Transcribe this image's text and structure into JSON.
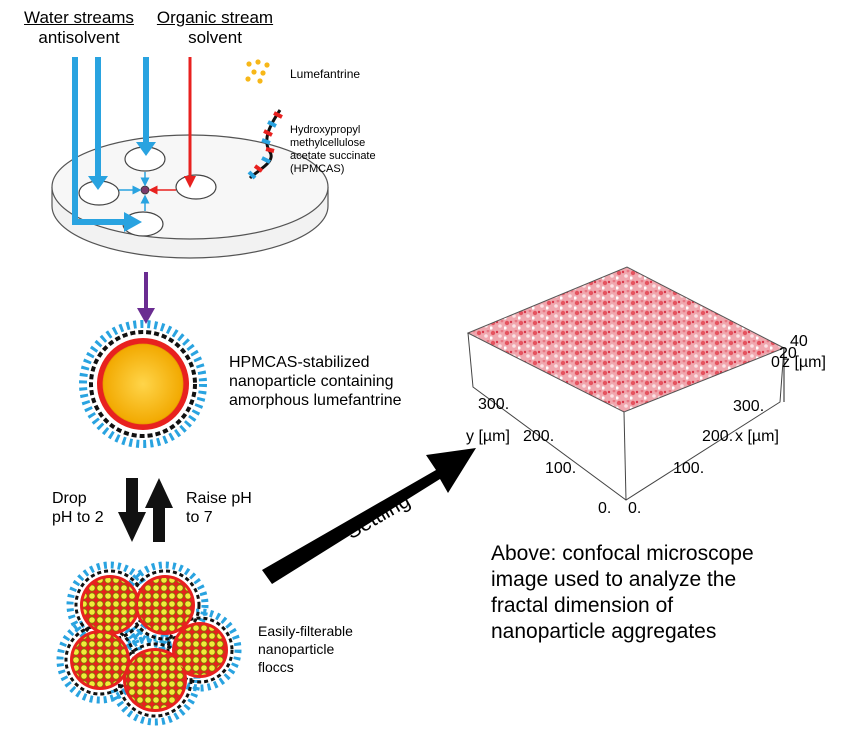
{
  "header": {
    "water": {
      "title": "Water streams",
      "subtitle": "antisolvent"
    },
    "organic": {
      "title": "Organic stream",
      "subtitle": "solvent"
    }
  },
  "legend": {
    "lumefantrine": "Lumefantrine",
    "hpmcas": [
      "Hydroxypropyl",
      "methylcellulose",
      "acetate succinate",
      "(HPMCAS)"
    ]
  },
  "nanoparticle_label": [
    "HPMCAS-stabilized",
    "nanoparticle containing",
    "amorphous lumefantrine"
  ],
  "drop": [
    "Drop",
    "pH to 2"
  ],
  "raise": [
    "Raise pH",
    "to 7"
  ],
  "floccs_label": [
    "Easily-filterable",
    "nanoparticle",
    "floccs"
  ],
  "settling": "Settling",
  "caption": [
    "Above: confocal microscope",
    "image used to analyze the",
    "fractal dimension of",
    "nanoparticle aggregates"
  ],
  "plot3d": {
    "y_axis_label": "y [µm]",
    "x_axis_label": "x [µm]",
    "z_axis_label": "z [µm]",
    "y_ticks": [
      "300.",
      "200.",
      "100.",
      "0."
    ],
    "x_ticks": [
      "300.",
      "200.",
      "100.",
      "0."
    ],
    "z_ticks": [
      "40",
      "20",
      "0"
    ]
  },
  "colors": {
    "water": "#29a3e0",
    "organic": "#e8211f",
    "purple": "#6a2c91",
    "lumefantrine": "#f7b718",
    "confocal": "#e8707a"
  }
}
